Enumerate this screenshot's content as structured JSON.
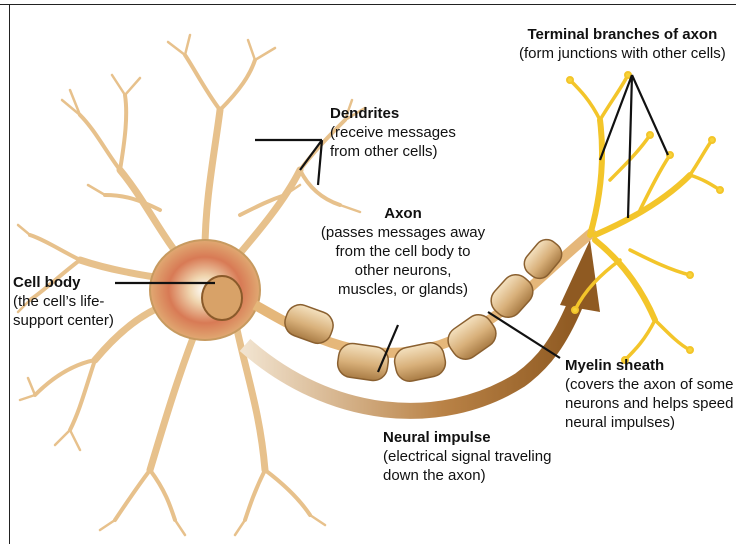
{
  "labels": {
    "terminal": {
      "title": "Terminal branches of axon",
      "desc": [
        "(form junctions with other cells)"
      ]
    },
    "dendrites": {
      "title": "Dendrites",
      "desc": [
        "(receive messages",
        "from other cells)"
      ]
    },
    "axon": {
      "title": "Axon",
      "desc": [
        "(passes messages away",
        "from the cell body to",
        "other neurons,",
        "muscles, or glands)"
      ]
    },
    "cell_body": {
      "title": "Cell body",
      "desc": [
        "(the cell’s life-",
        "support center)"
      ]
    },
    "myelin": {
      "title": "Myelin sheath",
      "desc": [
        "(covers the axon of some",
        "neurons and helps speed",
        "neural impulses)"
      ]
    },
    "impulse": {
      "title": "Neural impulse",
      "desc": [
        "(electrical signal traveling",
        "down the axon)"
      ]
    }
  },
  "colors": {
    "neuron_tan": "#e8c18a",
    "neuron_outline": "#a47a44",
    "nucleus_red": "#c4553a",
    "axon_yellow": "#f2c21b",
    "terminal_yellow": "#f7d33a",
    "arrow_brown": "#a06a2e",
    "myelin": "#d7b07a"
  }
}
